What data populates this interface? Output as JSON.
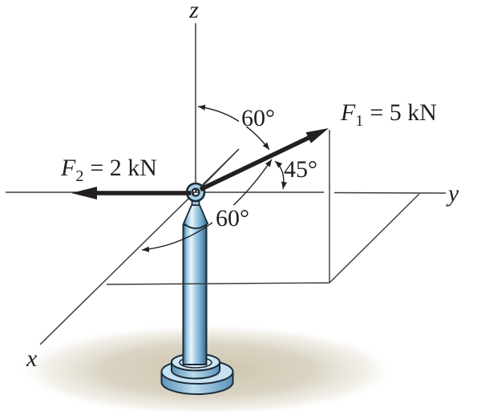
{
  "colors": {
    "ink": "#231f20",
    "line": "#3a3a3a",
    "pole-dark": "#1c2b38",
    "pole-light": "#e6f3fb",
    "pole-mid": "#8fc2de",
    "pole-deep": "#4a7da3",
    "ground": "#cfc8b2",
    "bg": "#ffffff"
  },
  "axes": {
    "x": "x",
    "y": "y",
    "z": "z"
  },
  "forces": {
    "f1": {
      "symbol": "F",
      "subscript": "1",
      "value": "= 5 kN"
    },
    "f2": {
      "symbol": "F",
      "subscript": "2",
      "value": "= 2 kN"
    }
  },
  "angles": {
    "z_to_f1": "60°",
    "y_to_f1": "45°",
    "x_to_f1": "60°"
  }
}
